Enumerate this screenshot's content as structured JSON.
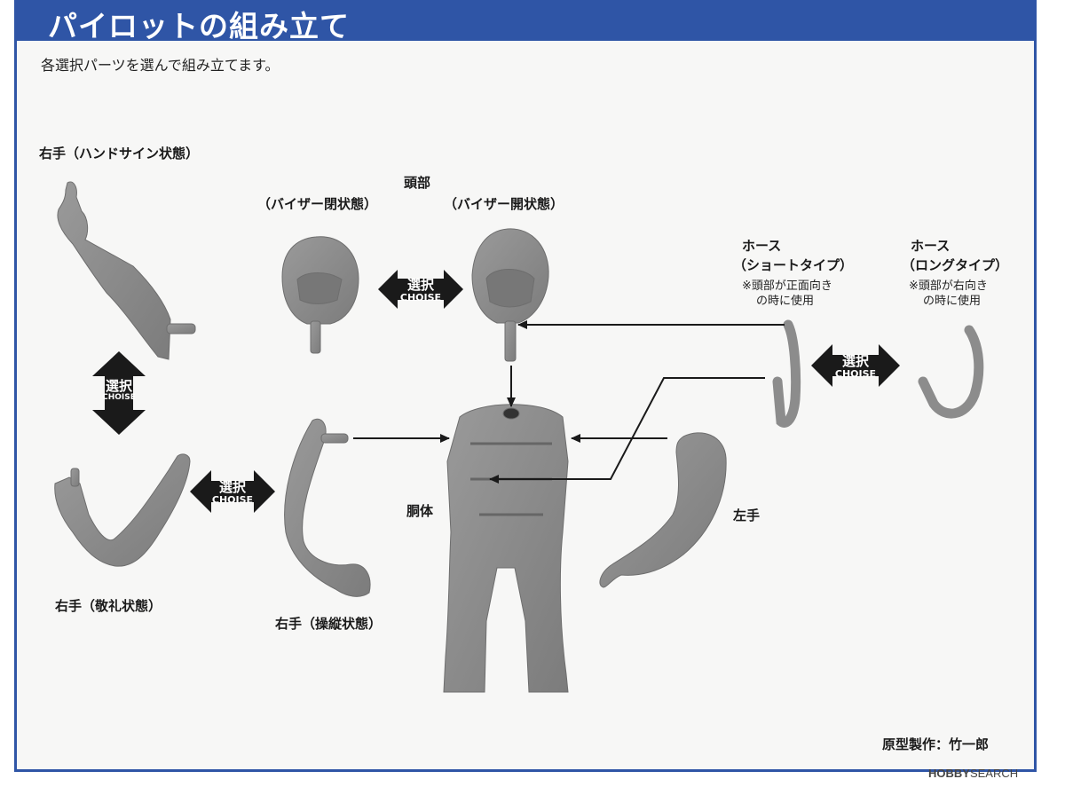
{
  "header": {
    "title": "パイロットの組み立て"
  },
  "intro": "各選択パーツを選んで組み立てます。",
  "labels": {
    "right_hand_sign": "右手（ハンドサイン状態）",
    "head_title": "頭部",
    "visor_closed": "（バイザー閉状態）",
    "visor_open": "（バイザー開状態）",
    "hose_short_title": "ホース",
    "hose_short_type": "（ショートタイプ）",
    "hose_short_note1": "※頭部が正面向き",
    "hose_short_note2": "の時に使用",
    "hose_long_title": "ホース",
    "hose_long_type": "（ロングタイプ）",
    "hose_long_note1": "※頭部が右向き",
    "hose_long_note2": "の時に使用",
    "torso": "胴体",
    "left_hand": "左手",
    "right_hand_salute": "右手（敬礼状態）",
    "right_hand_control": "右手（操縦状態）",
    "credit": "原型製作：竹一郎"
  },
  "choice_badge": {
    "kanji": "選択",
    "latin": "CHOISE"
  },
  "watermark": {
    "brand": "HOBBY",
    "suffix": "SEARCH"
  },
  "colors": {
    "accent": "#2f55a6",
    "part": "#8c8c8c",
    "arrow": "#1a1a1a"
  }
}
